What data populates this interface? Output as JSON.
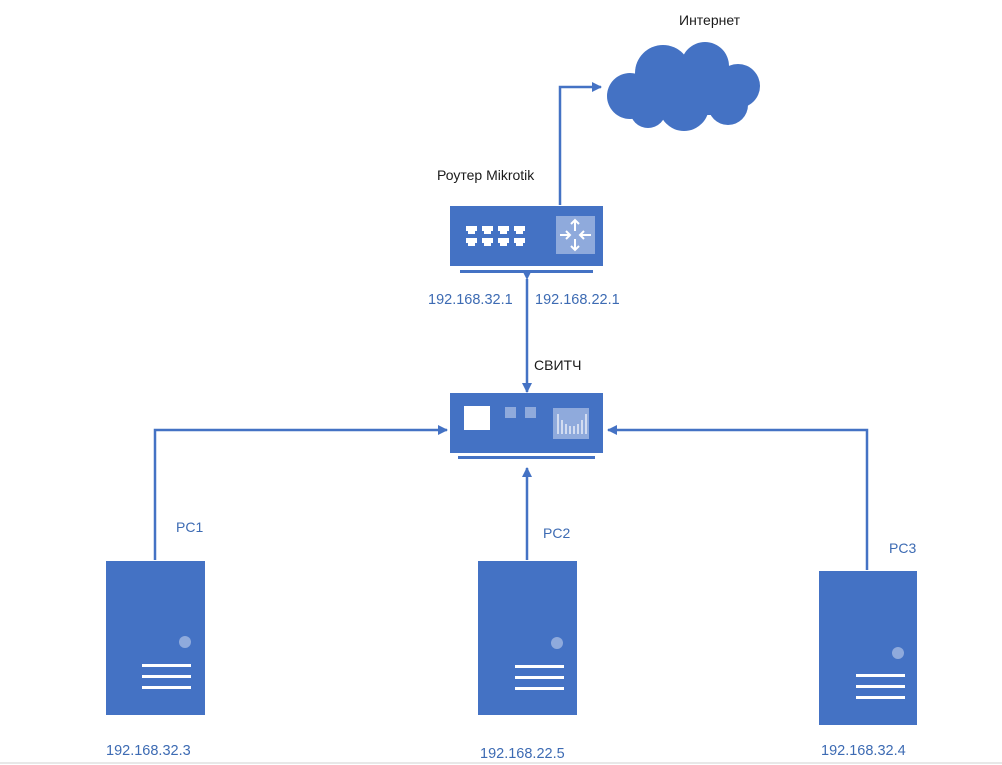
{
  "colors": {
    "device": "#4472c4",
    "device_light": "#8faadc",
    "line": "#4472c4",
    "label_blue": "#3d6bb3",
    "label_dark": "#1a1a1a"
  },
  "labels": {
    "internet": "Интернет",
    "router": "Роутер Mikrotik",
    "router_ip_left": "192.168.32.1",
    "router_ip_right": "192.168.22.1",
    "switch": "СВИТЧ",
    "pc1": "PC1",
    "pc2": "PC2",
    "pc3": "PC3",
    "pc1_ip": "192.168.32.3",
    "pc2_ip": "192.168.22.5",
    "pc3_ip": "192.168.32.4"
  },
  "icons": {
    "internet": "cloud-icon",
    "router": "router-icon",
    "switch": "switch-icon",
    "pc": "server-tower-icon"
  }
}
